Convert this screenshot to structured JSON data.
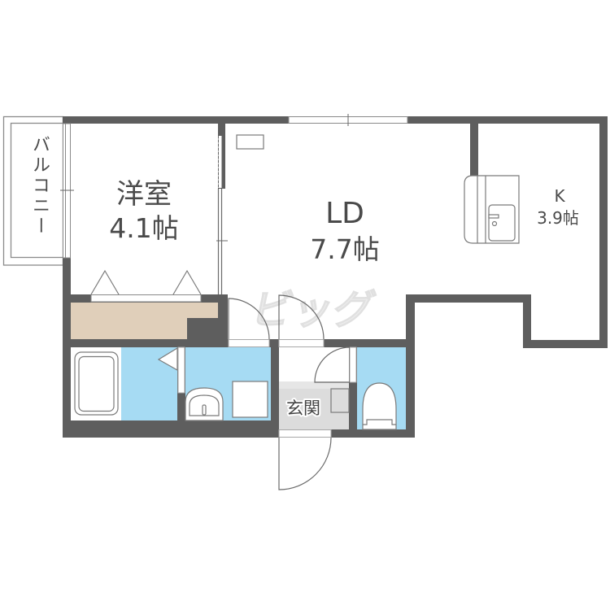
{
  "floorplan": {
    "rooms": {
      "western_room": {
        "name": "洋室",
        "size": "4.1帖"
      },
      "living_dining": {
        "name": "LD",
        "size": "7.7帖"
      },
      "kitchen": {
        "name": "K",
        "size": "3.9帖"
      },
      "entrance": {
        "name": "玄関"
      },
      "balcony": {
        "name": "バルコニー"
      }
    },
    "watermark": "ビッグ",
    "fixtures": [
      "bathtub-icon",
      "washbasin-icon",
      "washing-machine-space-icon",
      "toilet-icon",
      "kitchen-sink-icon",
      "air-conditioner-icon",
      "shoe-cabinet-icon",
      "closet-folding-door-icon"
    ]
  },
  "colors": {
    "wall": "#5e5e5e",
    "water_area": "#a6dbf3",
    "closet": "#e0cfba",
    "entrance_floor": "#dcdcdc",
    "entrance_step": "#e6e6e6",
    "line": "#7a7a7a",
    "text": "#4a4a4a",
    "watermark": "#ebebeb"
  }
}
